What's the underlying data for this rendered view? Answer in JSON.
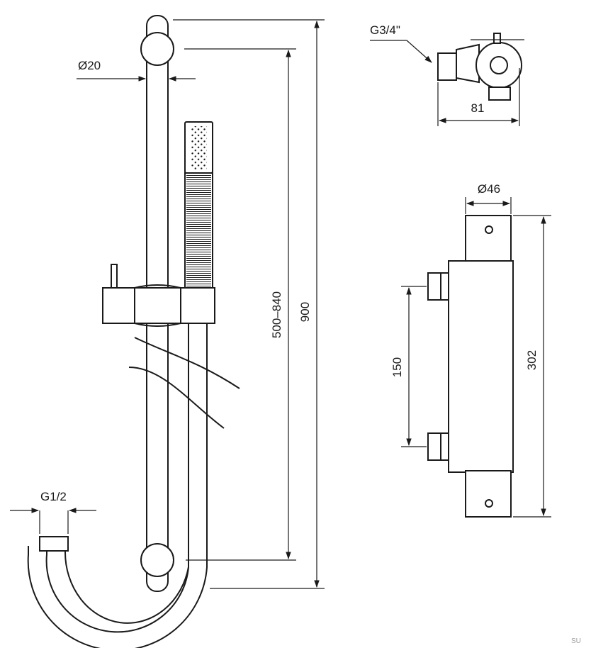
{
  "dimensions": {
    "rail_diameter": "Ø20",
    "hose_connection": "G1/2",
    "adjustable_height": "500–840",
    "total_height": "900",
    "inlet_thread": "G3/4\"",
    "depth": "81",
    "body_diameter": "Ø46",
    "inlet_spacing": "150",
    "body_height": "302"
  },
  "watermark": "SU"
}
